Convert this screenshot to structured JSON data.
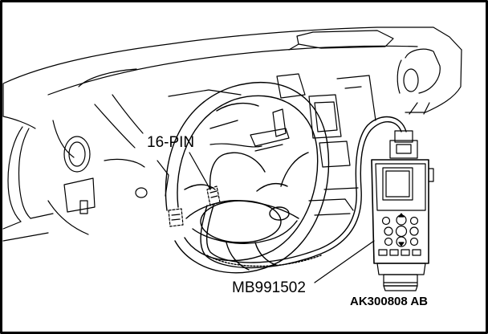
{
  "diagram": {
    "labels": {
      "connector": "16-PIN",
      "tool_part_number": "MB991502",
      "figure_code": "AK300808 AB"
    },
    "colors": {
      "line": "#000000",
      "background": "#ffffff"
    }
  }
}
